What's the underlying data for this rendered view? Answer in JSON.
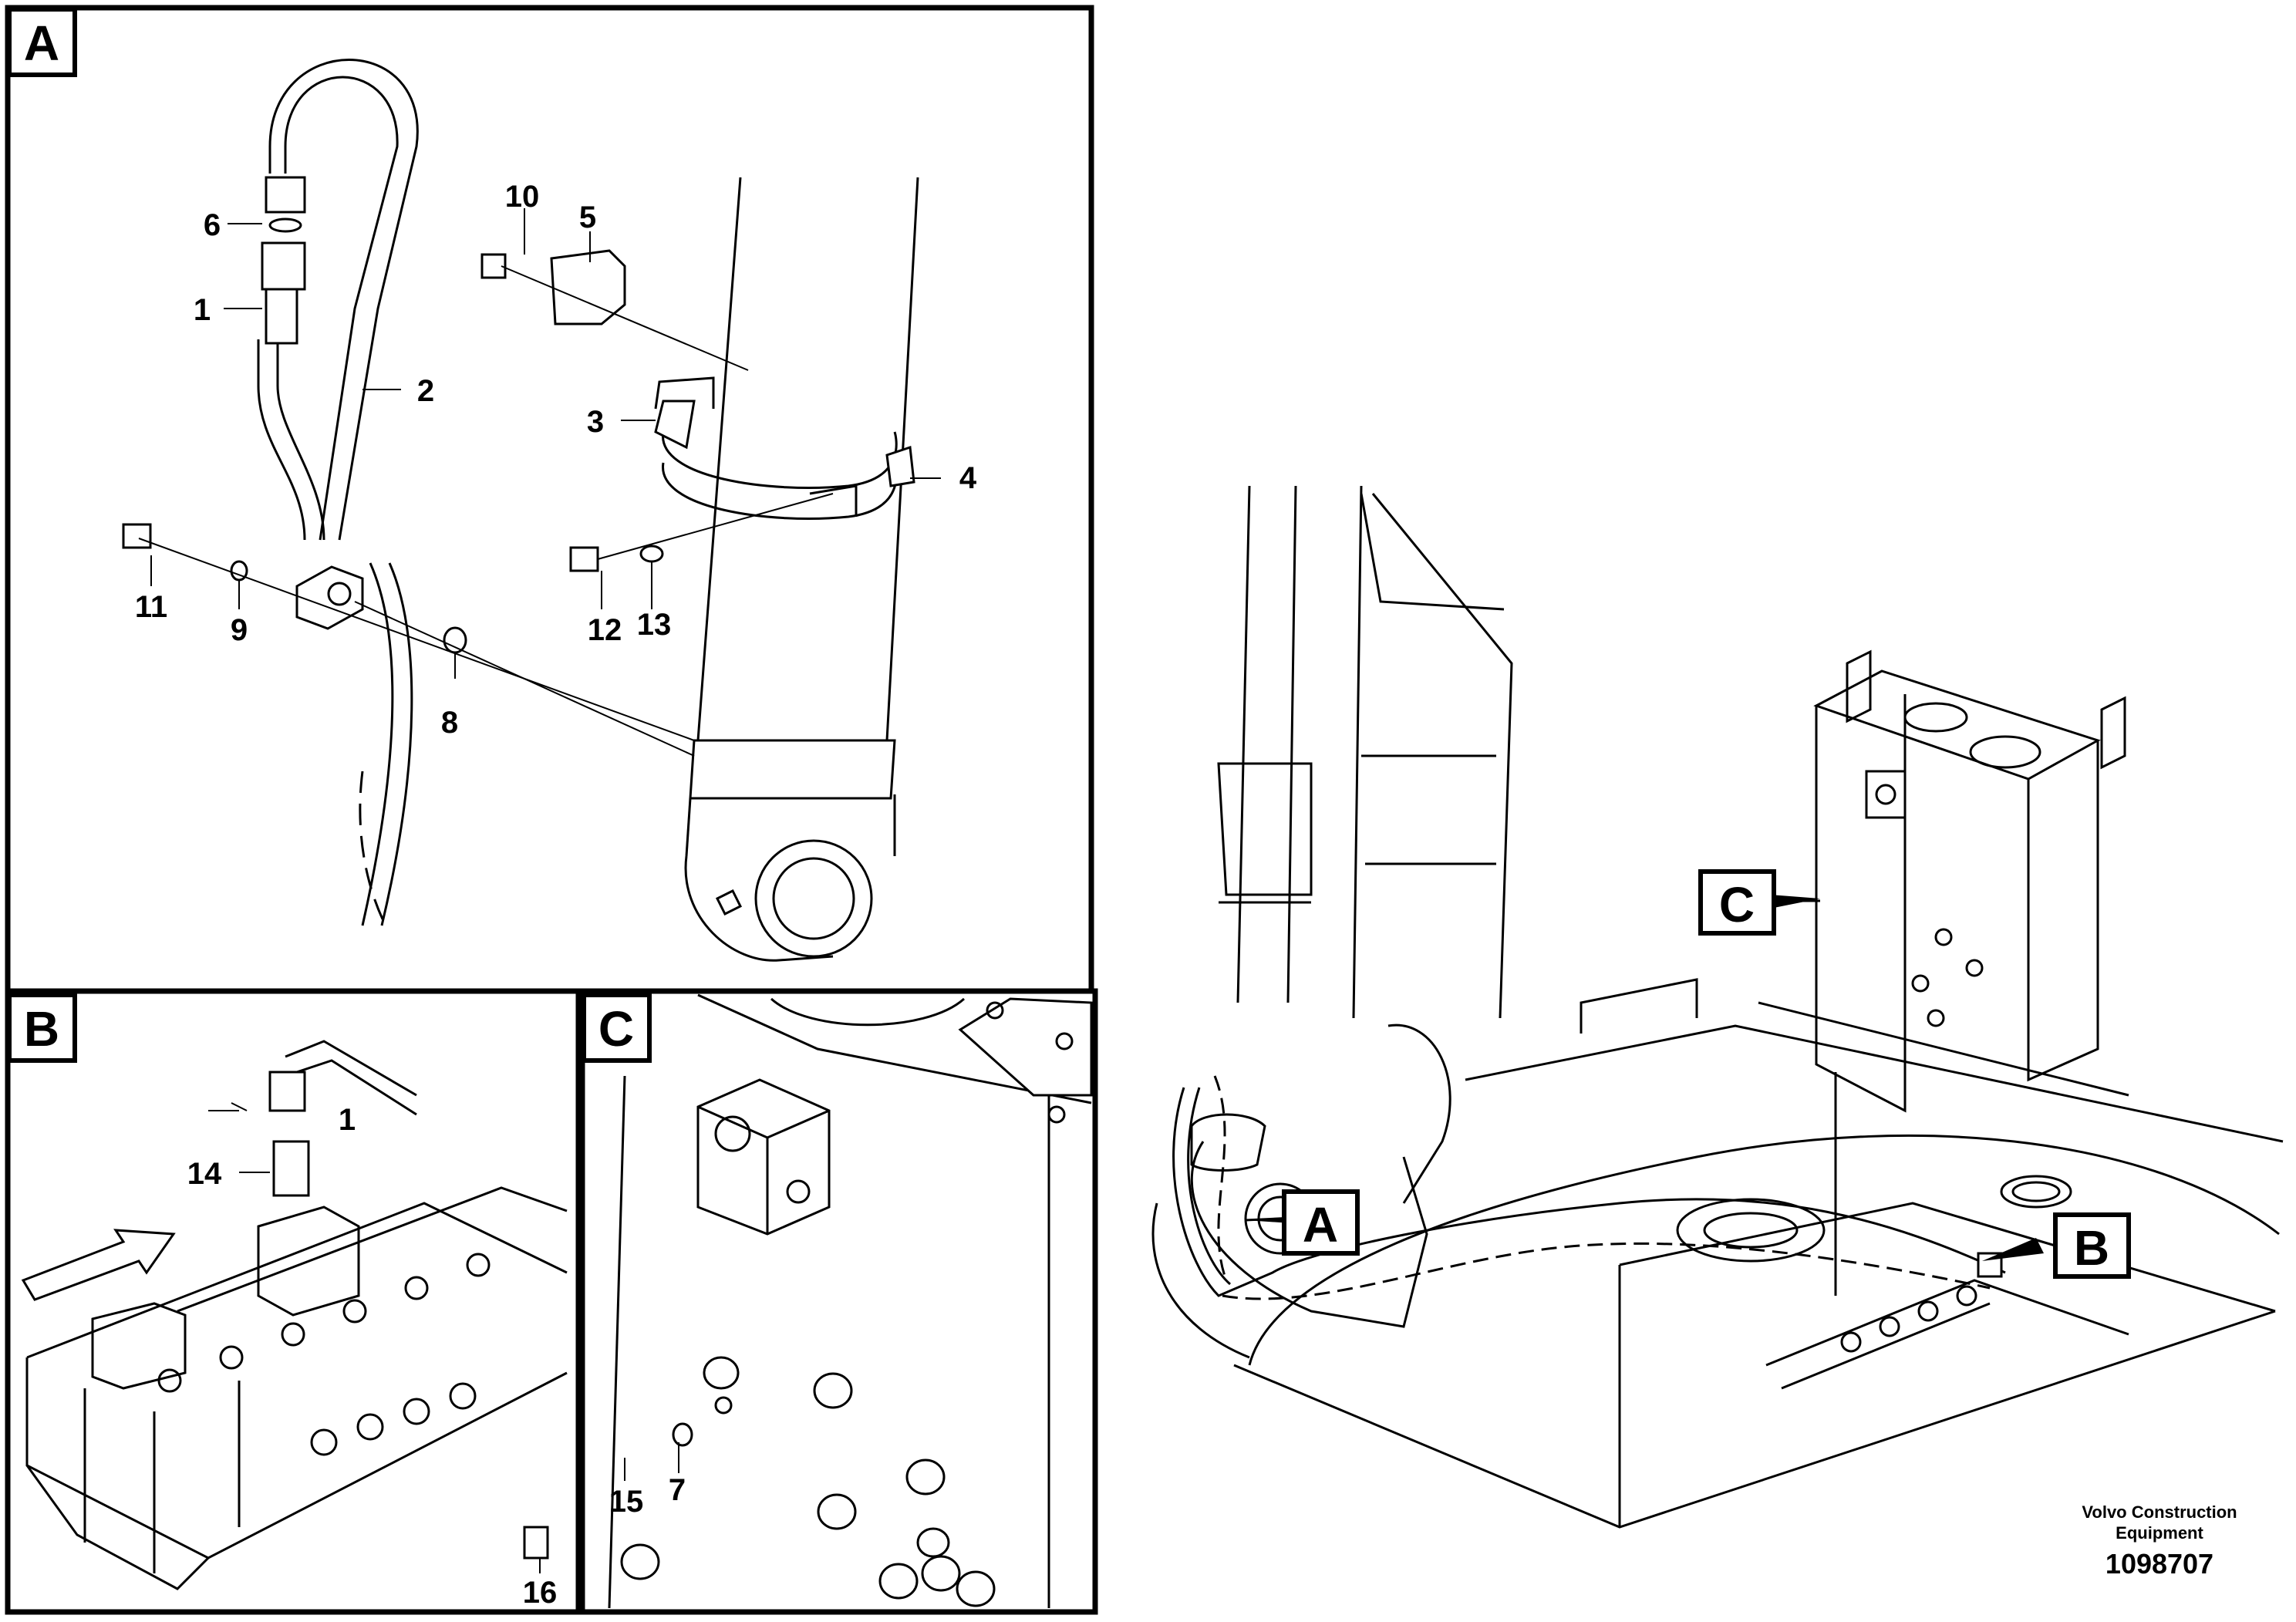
{
  "panels": {
    "a": {
      "tag": "A"
    },
    "b": {
      "tag": "B"
    },
    "c": {
      "tag": "C"
    }
  },
  "callouts": {
    "a": {
      "tag": "A"
    },
    "b": {
      "tag": "B"
    },
    "c": {
      "tag": "C"
    }
  },
  "part_labels": {
    "p1": "1",
    "p2": "2",
    "p3": "3",
    "p4": "4",
    "p5": "5",
    "p6": "6",
    "p7": "7",
    "p8": "8",
    "p9": "9",
    "p10": "10",
    "p11": "11",
    "p12": "12",
    "p13": "13",
    "p14": "14",
    "p15": "15",
    "p16": "16",
    "p1b": "1"
  },
  "footer": {
    "brand_line1": "Volvo Construction",
    "brand_line2": "Equipment",
    "doc_number": "1098707"
  }
}
